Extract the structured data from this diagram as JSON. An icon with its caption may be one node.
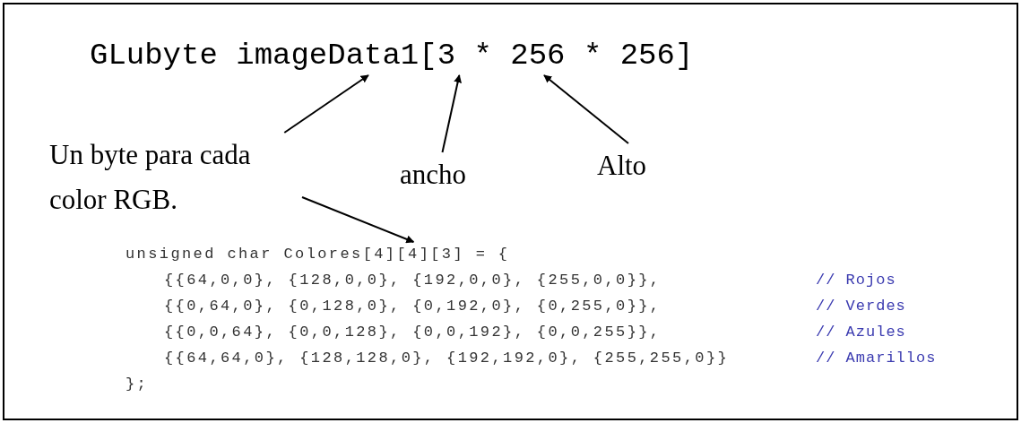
{
  "diagram": {
    "nodes": [
      {
        "text": [
          "GLubyte imageData1[3 * 256 * 256]"
        ]
      },
      {
        "text": [
          "Un byte para cada color RGB."
        ]
      },
      {
        "text": [
          "ancho"
        ]
      },
      {
        "text": [
          "Alto"
        ]
      },
      {
        "text": [
          "unsigned char Colores[4][4][3] = {",
          "{{64,0,0}, {128,0,0}, {192,0,0}, {255,0,0}},",
          "// Rojos",
          "{{0,64,0}, {0,128,0}, {0,192,0}, {0,255,0}},",
          "// Verdes",
          "{{0,0,64}, {0,0,128}, {0,0,192}, {0,0,255}},",
          "// Azules",
          "{{64,64,0}, {128,128,0}, {192,192,0}, {255,255,0}}",
          "// Amarillos",
          "};"
        ]
      }
    ],
    "edges": [
      {
        "from": 1,
        "to": 0,
        "arrow": "to"
      },
      {
        "from": 2,
        "to": 0,
        "arrow": "to"
      },
      {
        "from": 3,
        "to": 0,
        "arrow": "to"
      },
      {
        "from": 1,
        "to": 4,
        "arrow": "to"
      }
    ]
  }
}
